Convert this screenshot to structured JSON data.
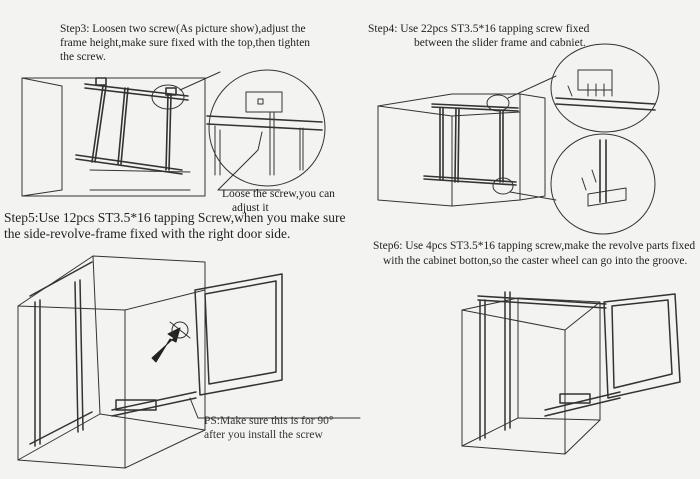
{
  "step3": {
    "line1": "Step3: Loosen two screw(As picture show),adjust the",
    "line2": "frame height,make sure fixed with the top,then tighten",
    "line3": "the screw."
  },
  "step3_callout": {
    "line1": "Loose the screw,you can",
    "line2": "adjust it"
  },
  "step4": {
    "line1": "Step4: Use 22pcs ST3.5*16 tapping screw fixed",
    "line2": "between the slider frame and cabniet."
  },
  "step5": {
    "line1": "Step5:Use 12pcs ST3.5*16 tapping Screw,when you make sure",
    "line2": "the side-revolve-frame fixed with the right door side."
  },
  "step6": {
    "line1": "Step6: Use 4pcs ST3.5*16 tapping screw,make the revolve parts fixed",
    "line2": "with the cabinet botton,so the caster wheel can go into the groove."
  },
  "step5_callout": {
    "line1": "PS:Make sure this is for 90°",
    "line2": "after you install the screw"
  }
}
